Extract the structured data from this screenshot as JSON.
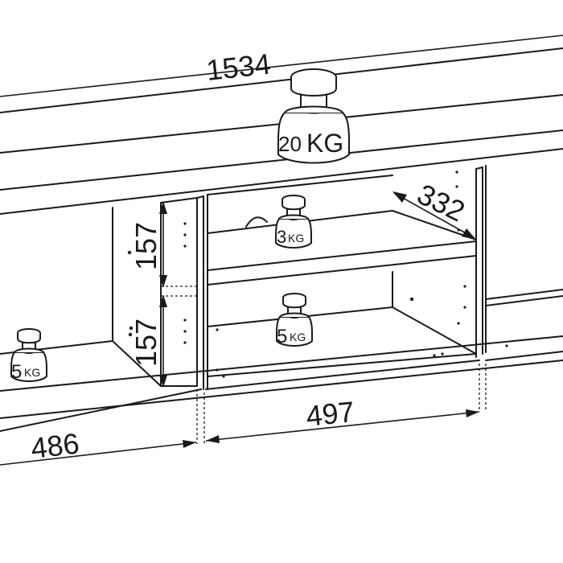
{
  "dimensions": {
    "total_width": "1534",
    "shelf_depth": "332",
    "compartment_height_upper": "157",
    "compartment_height_lower": "157",
    "center_width": "497",
    "left_width": "486"
  },
  "load_ratings": {
    "top": {
      "value": "20",
      "unit": "KG"
    },
    "center_upper_shelf": {
      "value": "3",
      "unit": "KG"
    },
    "center_lower_shelf": {
      "value": "5",
      "unit": "KG"
    },
    "left_compartment": {
      "value": "5",
      "unit": "KG"
    }
  },
  "icons": {
    "weight": "weight-icon",
    "arrow": "dimension-arrow"
  }
}
